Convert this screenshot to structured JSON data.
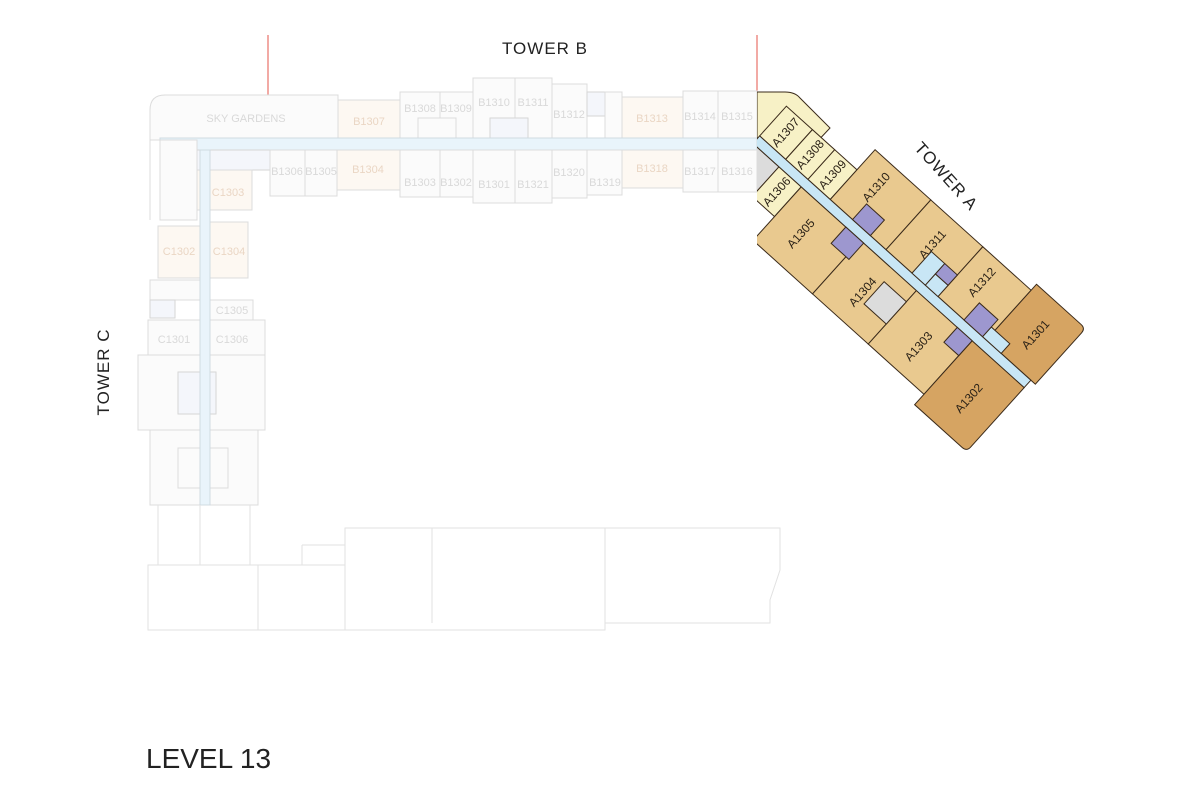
{
  "towers": {
    "a": "TOWER A",
    "b": "TOWER B",
    "c": "TOWER C"
  },
  "level": "LEVEL 13",
  "sky_gardens": "SKY GARDENS",
  "tower_b_units": [
    "B1307",
    "B1308",
    "B1309",
    "B1310",
    "B1311",
    "B1312",
    "B1313",
    "B1314",
    "B1315",
    "B1306",
    "B1305",
    "B1304",
    "B1303",
    "B1302",
    "B1301",
    "B1321",
    "B1320",
    "B1319",
    "B1318",
    "B1317",
    "B1316"
  ],
  "tower_c_units": [
    "C1303",
    "C1302",
    "C1304",
    "C1305",
    "C1301",
    "C1306"
  ],
  "tower_a_units": [
    "A1307",
    "A1308",
    "A1309",
    "A1310",
    "A1311",
    "A1312",
    "A1301",
    "A1306",
    "A1305",
    "A1304",
    "A1303",
    "A1302"
  ],
  "colors": {
    "light_unit": "#f7f1c6",
    "mid_unit": "#e9c98f",
    "dark_unit": "#d6a462",
    "core": "#9d97cf",
    "corridor": "#c8e6f5",
    "service": "#dcdcdc",
    "marker": "#e5544b"
  }
}
